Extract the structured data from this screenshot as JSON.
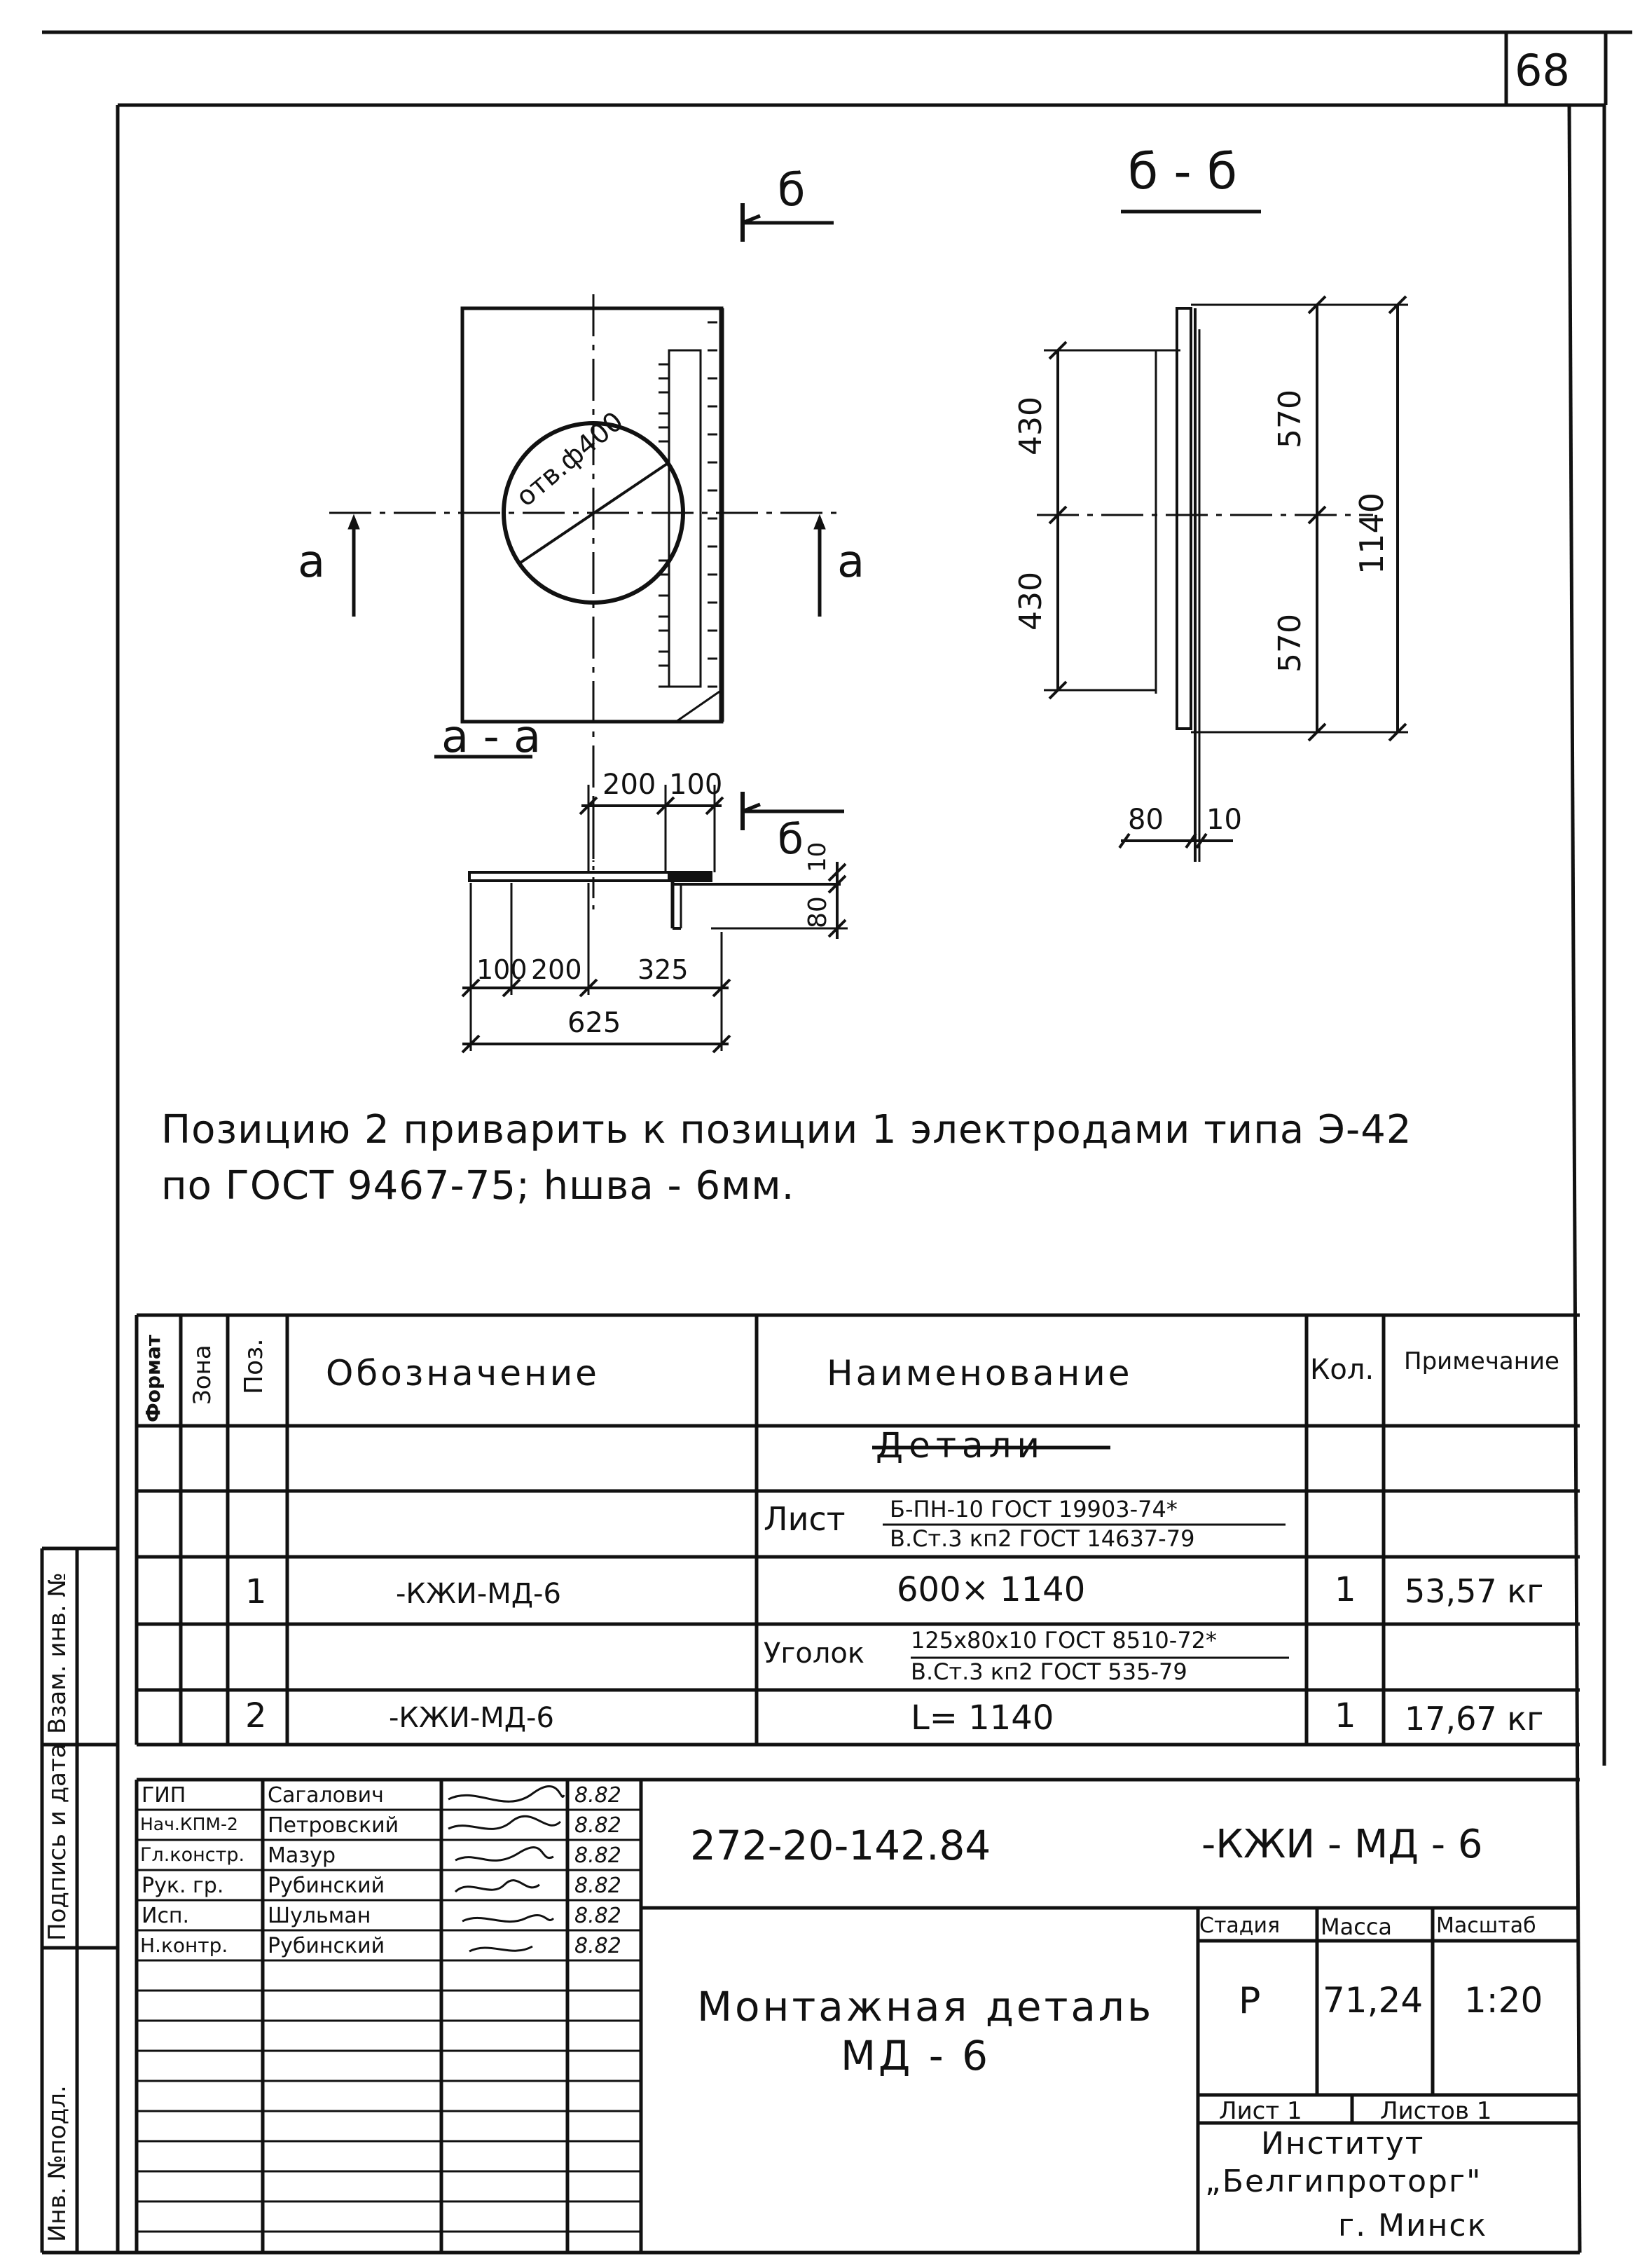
{
  "sheet_number": "68",
  "drawing": {
    "section_bb_title": "б - б",
    "cut_mark_label": "б",
    "cut_mark_label_lower": "б",
    "hole_label": "отв.ф400",
    "section_a_left": "а",
    "section_a_right": "а",
    "section_aa_title": "а - а",
    "dims_bb": {
      "d430_top": "430",
      "d430_bottom": "430",
      "d570_top": "570",
      "d570_bottom": "570",
      "d1140": "1140",
      "d80": "80",
      "d10": "10"
    },
    "dims_aa": {
      "d200_top": "200",
      "d100_top": "100",
      "d10": "10",
      "d80": "80",
      "d100": "100",
      "d200": "200",
      "d325": "325",
      "d625": "625"
    }
  },
  "note": {
    "line1": "Позицию 2 приварить к позиции 1  электродами типа Э-42",
    "line2": "по  ГОСТ 9467-75;  hшва - 6мм."
  },
  "spec_table": {
    "headers": {
      "format": "Формат",
      "zone": "Зона",
      "pos": "Поз.",
      "designation": "Обозначение",
      "name": "Наименование",
      "qty": "Кол.",
      "note": "Примечание"
    },
    "section": "Детали",
    "rows": [
      {
        "name_prefix": "Лист",
        "name_top": "Б-ПН-10 ГОСТ 19903-74*",
        "name_bottom": "В.Ст.3 кп2 ГОСТ 14637-79"
      },
      {
        "pos": "1",
        "designation": "-КЖИ-МД-6",
        "name": "600× 1140",
        "qty": "1",
        "note": "53,57 кг"
      },
      {
        "name_prefix": "Уголок",
        "name_top": "125х80х10 ГОСТ 8510-72*",
        "name_bottom": "В.Ст.3 кп2 ГОСТ 535-79"
      },
      {
        "pos": "2",
        "designation": "-КЖИ-МД-6",
        "name": "L= 1140",
        "qty": "1",
        "note": "17,67 кг"
      }
    ]
  },
  "side_labels": {
    "inv_original": "Инв. №подл.",
    "sign_date": "Подпись и дата",
    "inv_replace": "Взам. инв. №"
  },
  "title_block": {
    "signatures": [
      {
        "role": "ГИП",
        "name": "Сагалович",
        "date": "8.82"
      },
      {
        "role": "Нач.КПМ-2",
        "name": "Петровский",
        "date": "8.82"
      },
      {
        "role": "Гл.констр.",
        "name": "Мазур",
        "date": "8.82"
      },
      {
        "role": "Рук. гр.",
        "name": "Рубинский",
        "date": "8.82"
      },
      {
        "role": "Исп.",
        "name": "Шульман",
        "date": "8.82"
      },
      {
        "role": "Н.контр.",
        "name": "Рубинский",
        "date": "8.82"
      }
    ],
    "doc_number": "272-20-142.84",
    "doc_code": "-КЖИ - МД - 6",
    "title_line1": "Монтажная деталь",
    "title_line2": "МД - 6",
    "stage_label": "Стадия",
    "mass_label": "Масса",
    "scale_label": "Масштаб",
    "stage": "Р",
    "mass": "71,24",
    "scale": "1:20",
    "sheet_label": "Лист 1",
    "sheets_label": "Листов 1",
    "org_line1": "Институт",
    "org_line2": "„Белгипроторг\"",
    "org_line3": "г. Минск"
  }
}
